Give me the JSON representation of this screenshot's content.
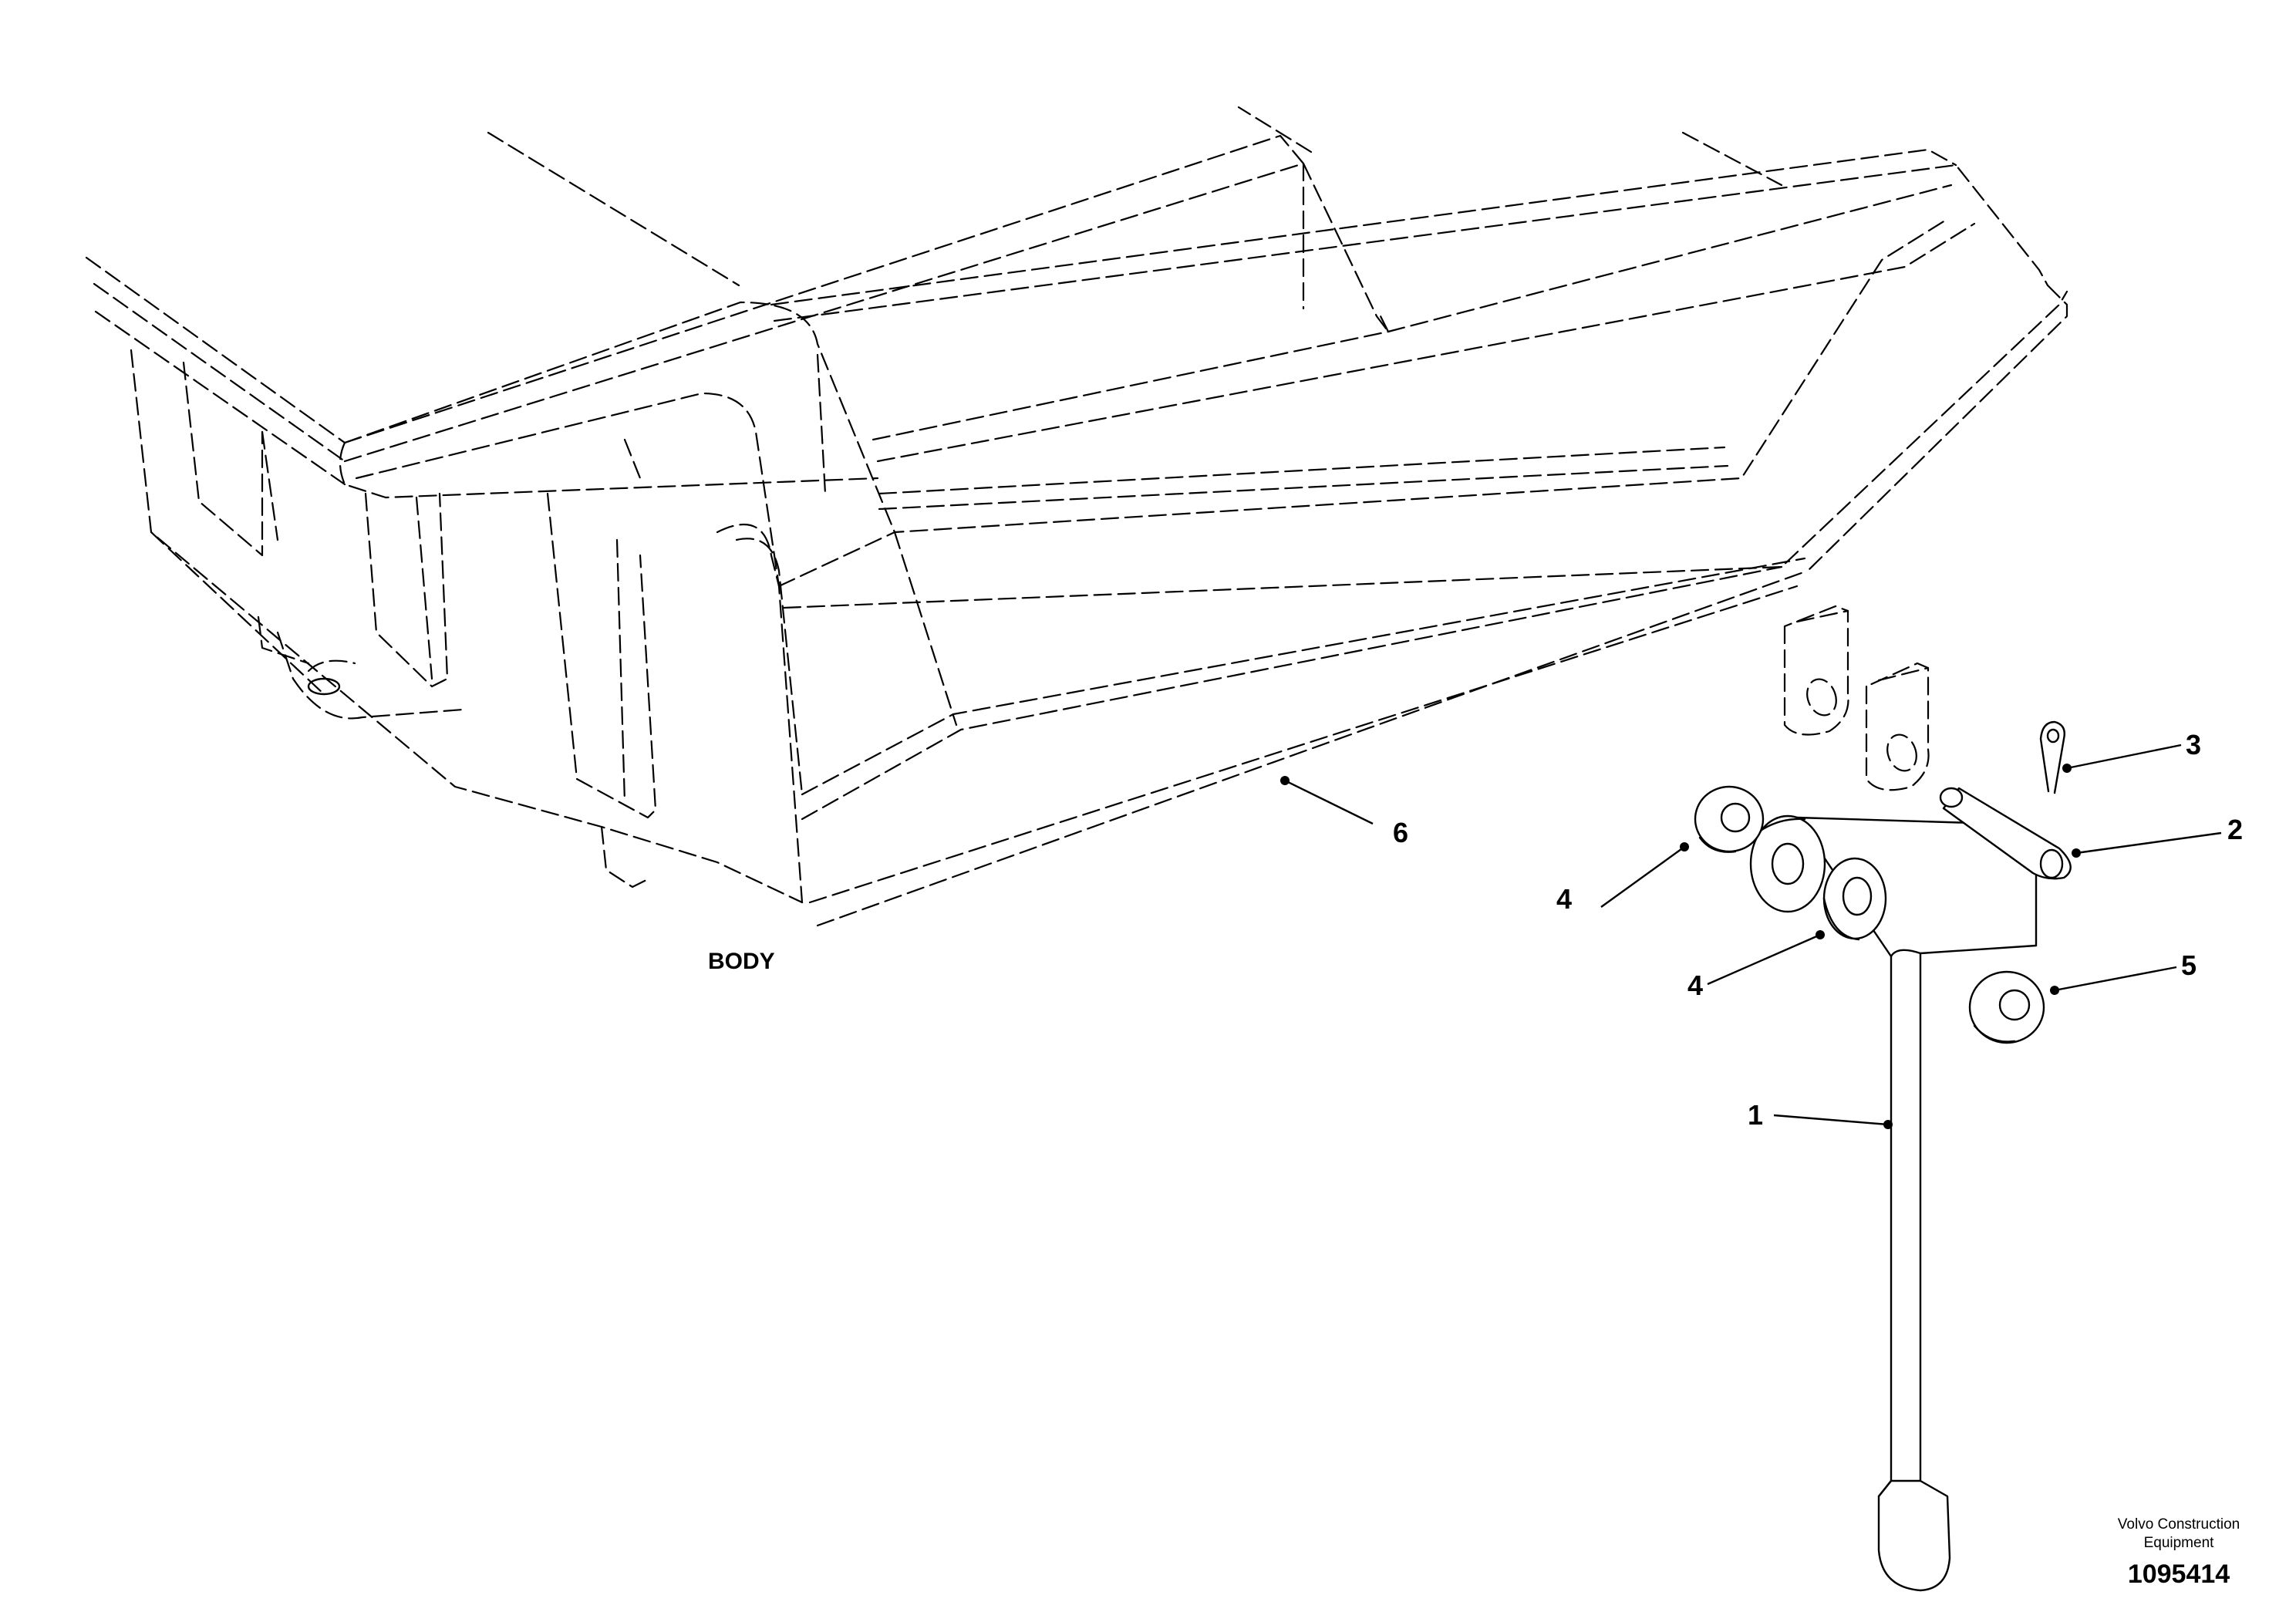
{
  "diagram": {
    "body_label": "BODY",
    "callouts": [
      "1",
      "2",
      "3",
      "4",
      "4",
      "5",
      "6"
    ],
    "brand_line1": "Volvo Construction",
    "brand_line2": "Equipment",
    "doc_number": "1095414"
  }
}
